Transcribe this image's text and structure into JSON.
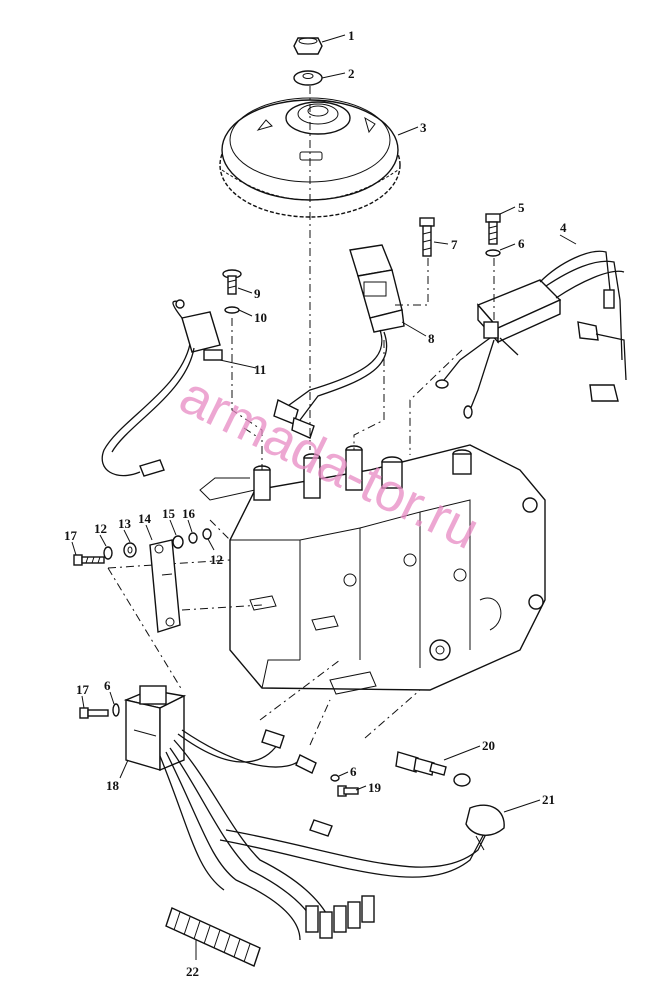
{
  "watermark": "armada-tor.ru",
  "callouts": [
    {
      "label": "1"
    },
    {
      "label": "2"
    },
    {
      "label": "3"
    },
    {
      "label": "4"
    },
    {
      "label": "5"
    },
    {
      "label": "6"
    },
    {
      "label": "7"
    },
    {
      "label": "8"
    },
    {
      "label": "9"
    },
    {
      "label": "10"
    },
    {
      "label": "11"
    },
    {
      "label": "12"
    },
    {
      "label": "13"
    },
    {
      "label": "14"
    },
    {
      "label": "15"
    },
    {
      "label": "16"
    },
    {
      "label": "12"
    },
    {
      "label": "17"
    },
    {
      "label": "17"
    },
    {
      "label": "6"
    },
    {
      "label": "18"
    },
    {
      "label": "6"
    },
    {
      "label": "19"
    },
    {
      "label": "20"
    },
    {
      "label": "21"
    },
    {
      "label": "22"
    }
  ]
}
